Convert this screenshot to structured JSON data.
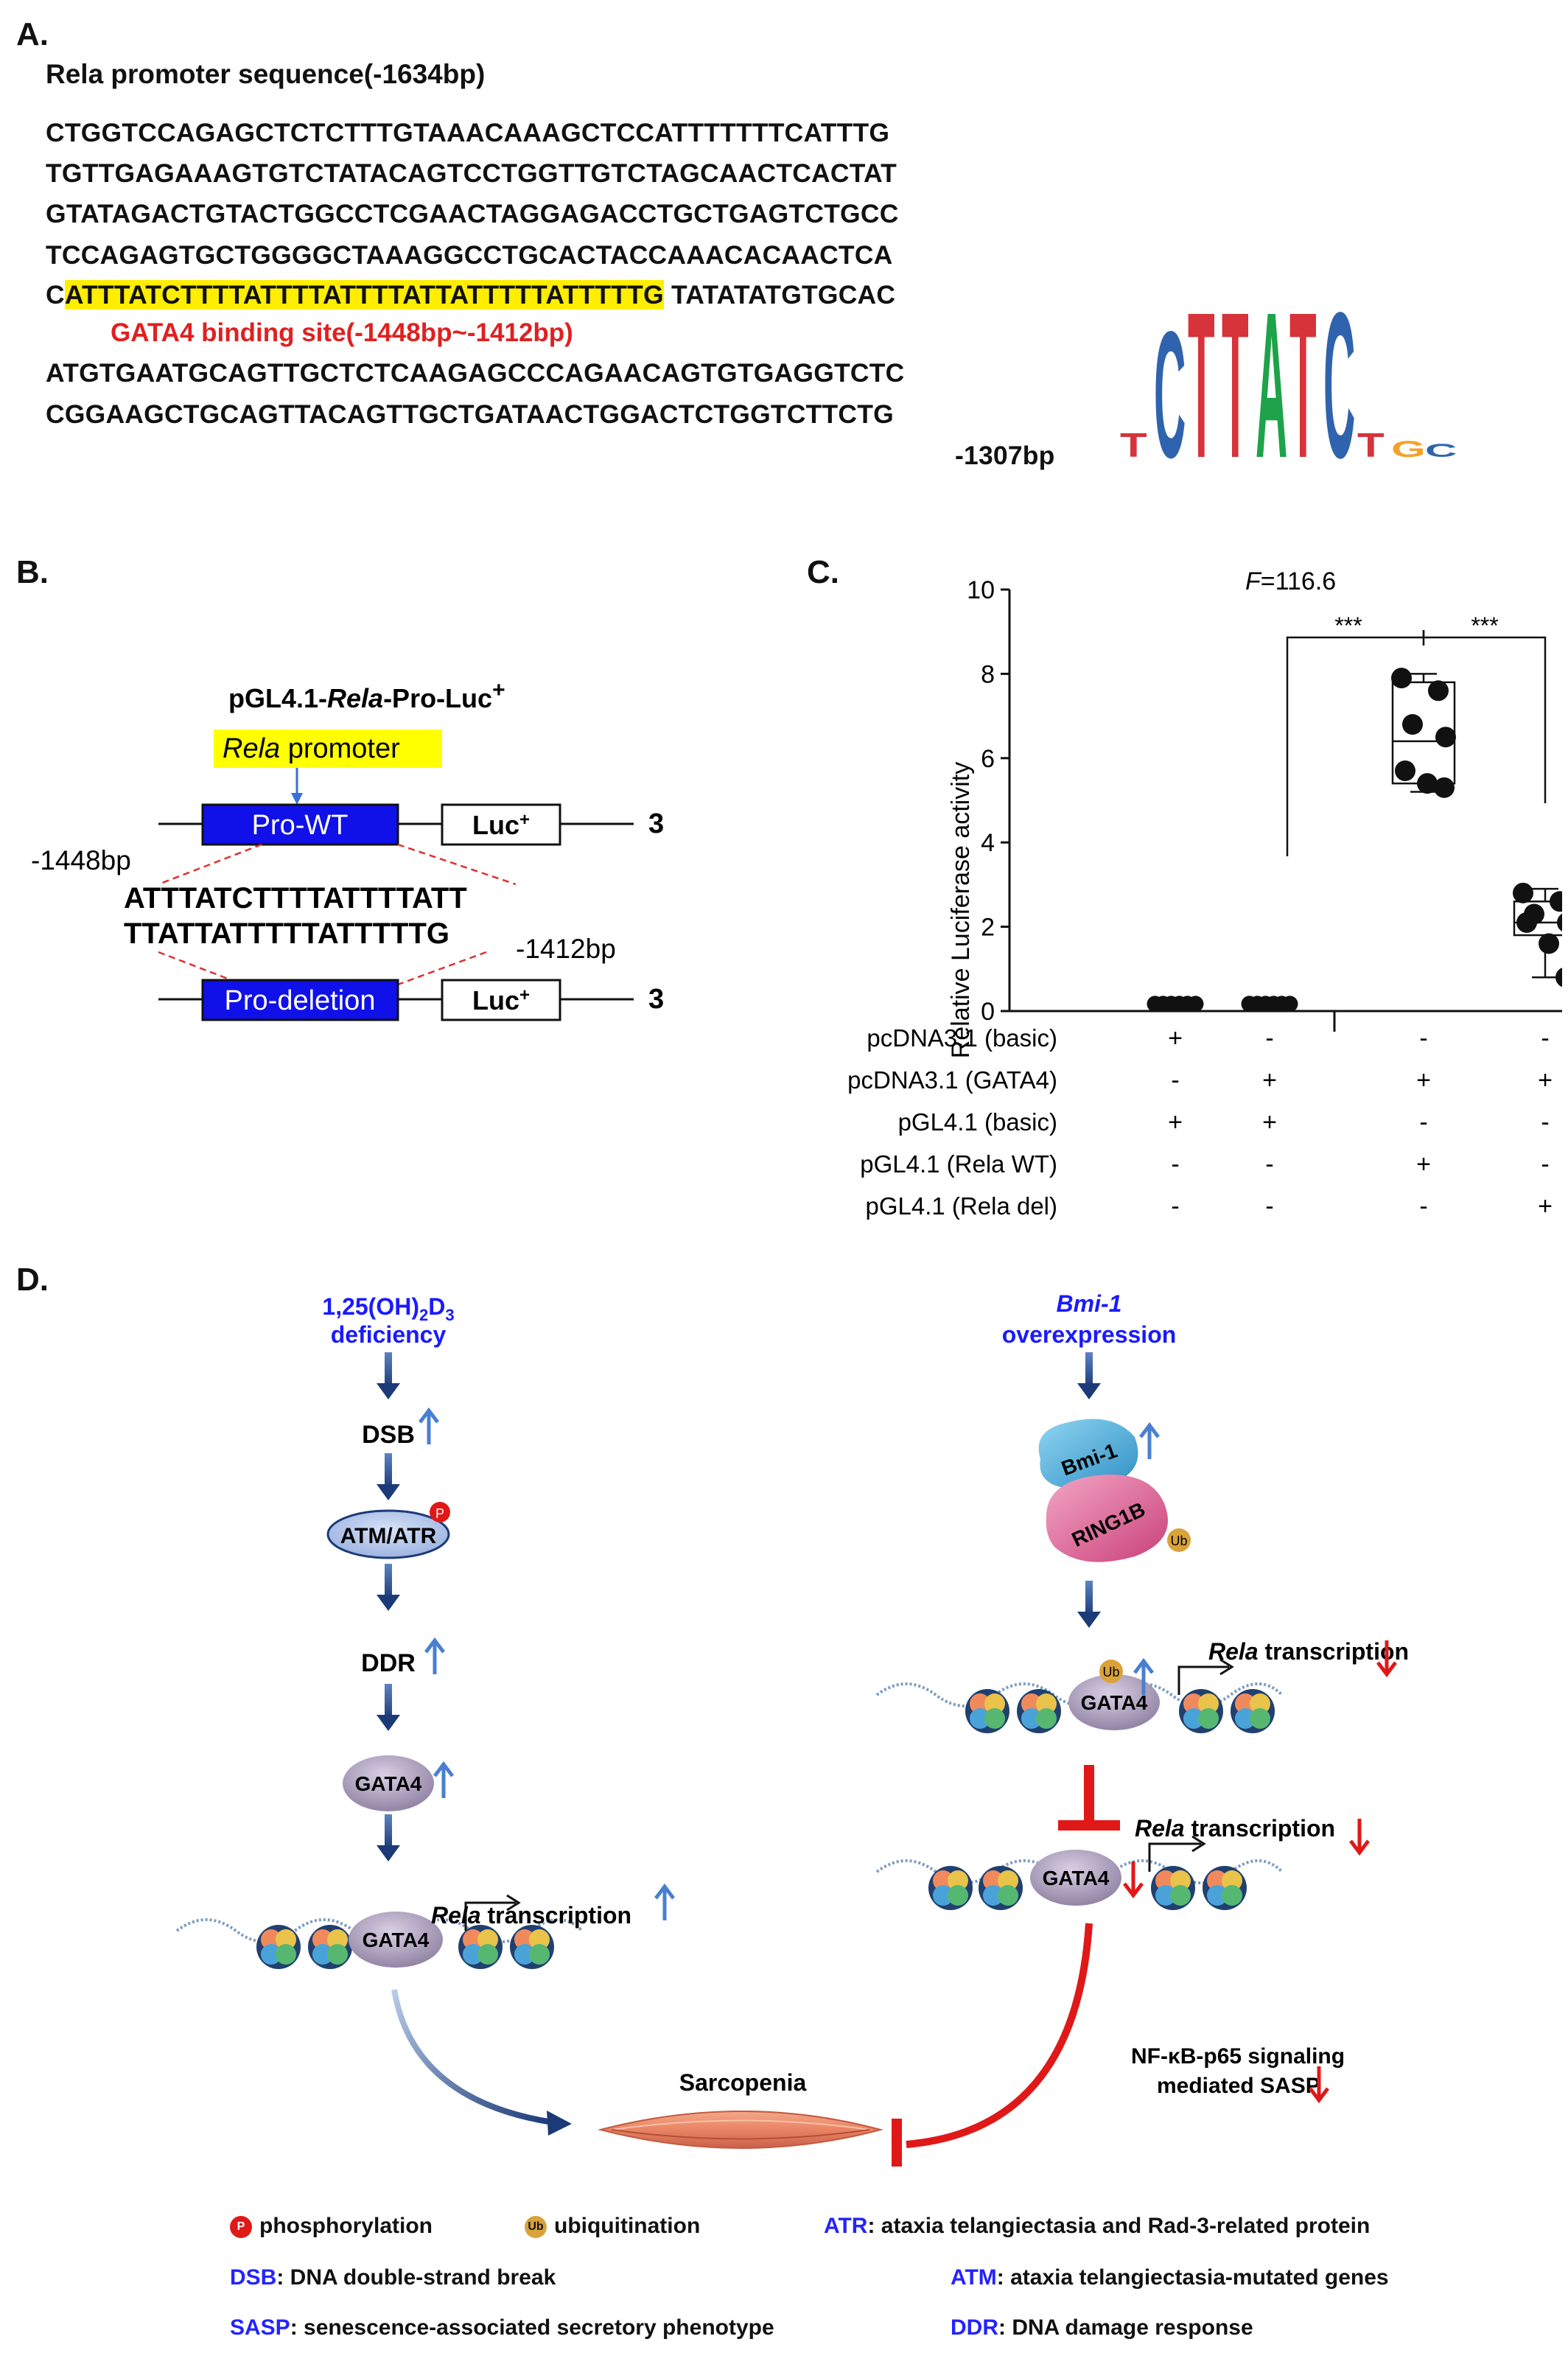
{
  "panelA": {
    "letter": "A.",
    "title": "Rela promoter sequence(-1634bp)",
    "lines": [
      "CTGGTCCAGAGCTCTCTTTGTAAACAAAGCTCCATTTTTTTCATTTG",
      "TGTTGAGAAAGTGTCTATACAGTCCTGGTTGTCTAGCAACTCACTAT",
      "GTATAGACTGTACTGGCCTCGAACTAGGAGACCTGCTGAGTCTGCC",
      "TCCAGAGTGCTGGGGCTAAAGGCCTGCACTACCAAACACAACTCA"
    ],
    "line5_prefix": "C",
    "line5_highlight": "ATTTATCTTTTATTTTATTTTATTATTTTTATTTTTG",
    "line5_suffix": " TATATATGTGCAC",
    "binding_label": "GATA4  binding site(-1448bp~-1412bp)",
    "lines_after": [
      "ATGTGAATGCAGTTGCTCTCAAGAGCCCAGAACAGTGTGAGGTCTC",
      "CGGAAGCTGCAGTTACAGTTGCTGATAACTGGACTCTGGTCTTCTG"
    ],
    "end_label": "-1307bp",
    "motif_letters": [
      "T",
      "C",
      "T",
      "T",
      "A",
      "T",
      "C",
      "T",
      "G",
      "C"
    ],
    "motif_colors": {
      "T": "#d6333a",
      "C": "#2f63ad",
      "A": "#1ea24a",
      "G": "#f2a22b"
    }
  },
  "panelB": {
    "letter": "B.",
    "construct_prefix": "pGL4.1-",
    "construct_italic": "Rela",
    "construct_suffix": "-Pro-Luc",
    "construct_sup": "+",
    "promoter_italic": "Rela",
    "promoter_rest": " promoter",
    "pro_wt": "Pro-WT",
    "luc": "Luc",
    "luc_sup": "+",
    "three_prime": "3’",
    "start_label": "-1448bp",
    "seq1": "ATTTATCTTTTATTTTATT",
    "seq2": "TTATTATTTTTATTTTTG",
    "end_label": "-1412bp",
    "pro_del": "Pro-deletion"
  },
  "panelC": {
    "letter": "C.",
    "f_label": "F",
    "f_value": "=116.6",
    "sig1": "***",
    "sig2": "***",
    "row_labels": [
      "pcDNA3.1 (basic)",
      "pcDNA3.1 (GATA4)",
      "pGL4.1 (basic)",
      "pGL4.1 (Rela WT)",
      "pGL4.1 (Rela del)"
    ],
    "signs": [
      [
        "+",
        "-",
        "+",
        "-",
        "-"
      ],
      [
        "-",
        "+",
        "+",
        "-",
        "-"
      ],
      [
        "-",
        "+",
        "-",
        "+",
        "-"
      ],
      [
        "-",
        "+",
        "-",
        "-",
        "+"
      ]
    ]
  },
  "chart_data": {
    "type": "scatter",
    "ylabel": "Relative Luciferase activity",
    "ylim": [
      0,
      10
    ],
    "yticks": [
      "0",
      "2",
      "4",
      "6",
      "8",
      "10"
    ],
    "groups": [
      {
        "points": [
          0.1,
          0.1,
          0.1,
          0.1,
          0.1,
          0.1
        ],
        "box": null
      },
      {
        "points": [
          0.1,
          0.1,
          0.1,
          0.1,
          0.1,
          0.1
        ],
        "box": null
      },
      {
        "points": [
          7.9,
          7.6,
          6.8,
          6.5,
          5.7,
          5.4,
          5.3
        ],
        "box": {
          "min": 5.2,
          "q1": 5.4,
          "median": 6.4,
          "q3": 7.8,
          "max": 8.0
        }
      },
      {
        "points": [
          2.8,
          2.6,
          2.3,
          2.1,
          2.1,
          1.6,
          0.8
        ],
        "box": {
          "min": 0.8,
          "q1": 1.8,
          "median": 2.1,
          "q3": 2.6,
          "max": 2.9
        }
      }
    ]
  },
  "panelD": {
    "letter": "D.",
    "left_top_line1": "1,25(OH)",
    "left_top_sub1": "2",
    "left_top_mid": "D",
    "left_top_sub2": "3",
    "left_top_line2": "deficiency",
    "dsb": "DSB",
    "atm": "ATM/ATR",
    "ddr": "DDR",
    "gata4": "GATA4",
    "rela_it": "Rela",
    "transcription": " transcription",
    "right_top_italic": "Bmi-1",
    "right_top_line2": "overexpression",
    "bmi1": "Bmi-1",
    "ring1b": "RING1B",
    "ub": "Ub",
    "p": "P",
    "sarcopenia": "Sarcopenia",
    "nfkb_line1": "NF-κB-p65 signaling",
    "nfkb_line2": "mediated SASP"
  },
  "legend": {
    "phos": "phosphorylation",
    "ubiq": "ubiquitination",
    "atr_key": "ATR",
    "atr_val": ": ataxia telangiectasia and Rad-3-related protein",
    "dsb_key": "DSB",
    "dsb_val": ":  DNA double-strand break",
    "atm_key": "ATM",
    "atm_val": ": ataxia telangiectasia-mutated genes",
    "sasp_key": "SASP",
    "sasp_val": ":  senescence-associated secretory phenotype",
    "ddr_key": "DDR",
    "ddr_val": ": DNA damage response"
  }
}
